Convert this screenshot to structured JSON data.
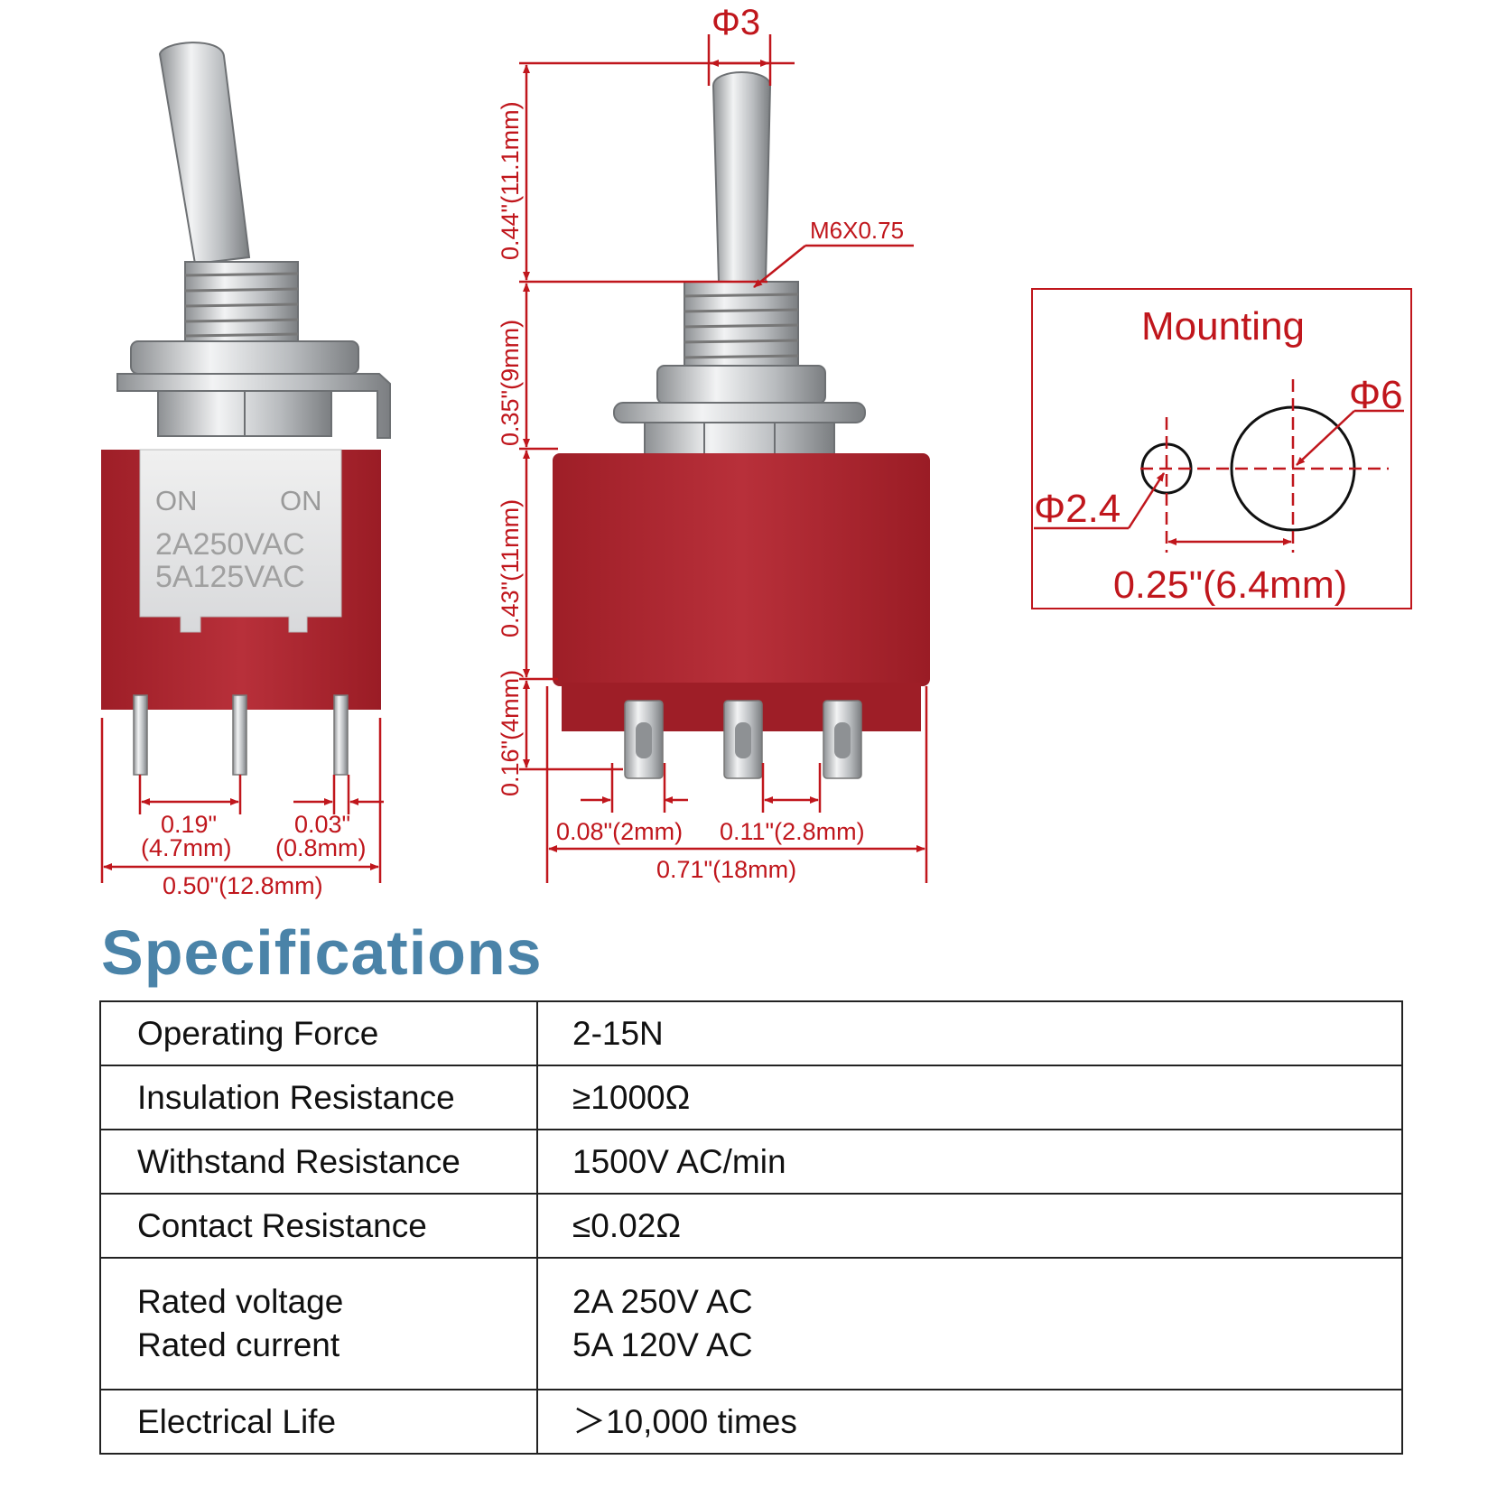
{
  "colors": {
    "dimension": "#c0161c",
    "switch_body": "#b3262f",
    "heading": "#4a83a8",
    "metal": "#c9cbcd"
  },
  "side_view": {
    "plate_labels": [
      "ON",
      "ON"
    ],
    "rating_lines": [
      "2A250VAC",
      "5A125VAC"
    ],
    "dims": {
      "pin_pitch_in": "0.19\"",
      "pin_pitch_mm": "(4.7mm)",
      "pin_thick_in": "0.03\"",
      "pin_thick_mm": "(0.8mm)",
      "width": "0.50\"(12.8mm)"
    }
  },
  "front_view": {
    "dims": {
      "lever_dia": "Φ3",
      "lever_height": "0.44\"(11.1mm)",
      "thread": "M6X0.75",
      "bushing_height": "0.35\"(9mm)",
      "body_height": "0.43\"(11mm)",
      "pin_length": "0.16\"(4mm)",
      "pin_width": "0.08\"(2mm)",
      "pin_gap": "0.11\"(2.8mm)",
      "body_width": "0.71\"(18mm)"
    }
  },
  "mounting": {
    "title": "Mounting",
    "small_hole": "Φ2.4",
    "big_hole": "Φ6",
    "spacing": "0.25\"(6.4mm)"
  },
  "specifications": {
    "heading": "Specifications",
    "rows": [
      {
        "label": [
          "Operating Force"
        ],
        "value": [
          "2-15N"
        ]
      },
      {
        "label": [
          "Insulation Resistance"
        ],
        "value": [
          "≥1000Ω"
        ]
      },
      {
        "label": [
          "Withstand Resistance"
        ],
        "value": [
          "1500V AC/min"
        ]
      },
      {
        "label": [
          "Contact Resistance"
        ],
        "value": [
          "≤0.02Ω"
        ]
      },
      {
        "label": [
          "Rated voltage",
          "Rated current"
        ],
        "value": [
          "2A 250V AC",
          "5A 120V AC"
        ]
      },
      {
        "label": [
          "Electrical Life"
        ],
        "value": [
          "＞10,000 times"
        ]
      }
    ]
  }
}
